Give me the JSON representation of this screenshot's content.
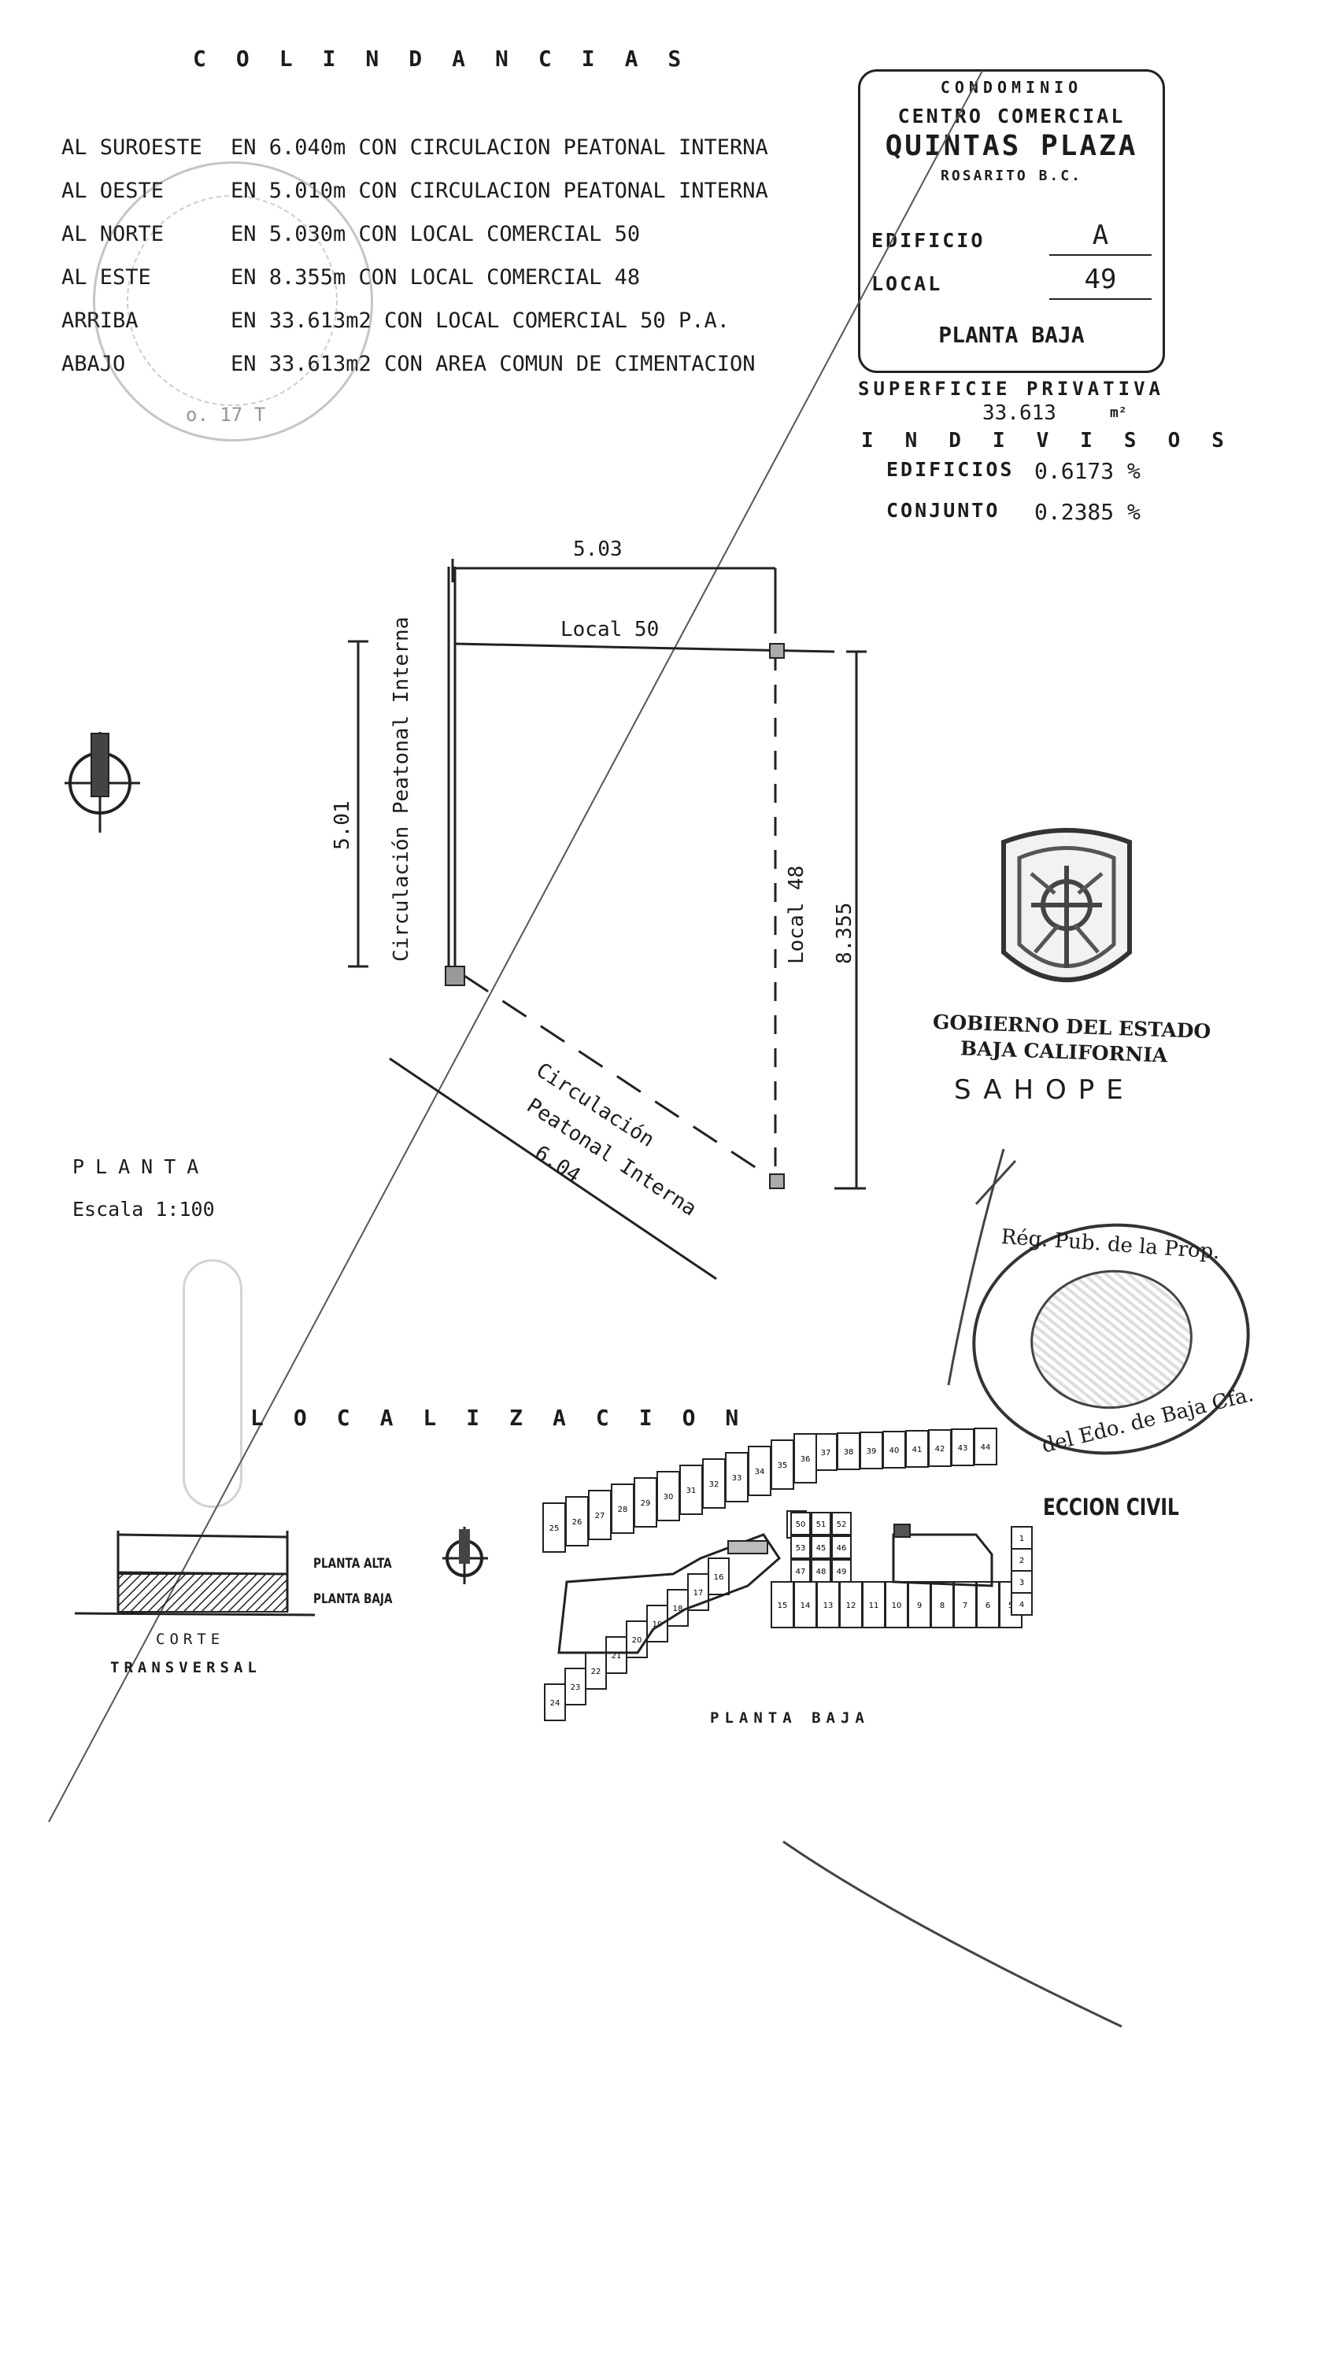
{
  "colindancias": {
    "title": "COLINDANCIAS",
    "rows": [
      {
        "side": "AL SUROESTE",
        "text": "EN  6.040m CON CIRCULACION PEATONAL INTERNA"
      },
      {
        "side": "AL OESTE",
        "text": "EN  5.010m CON CIRCULACION PEATONAL INTERNA"
      },
      {
        "side": "AL NORTE",
        "text": "EN  5.030m CON LOCAL COMERCIAL 50"
      },
      {
        "side": "AL ESTE",
        "text": "EN  8.355m CON LOCAL COMERCIAL 48"
      },
      {
        "side": "ARRIBA",
        "text": "EN 33.613m2 CON LOCAL COMERCIAL 50 P.A."
      },
      {
        "side": "ABAJO",
        "text": "EN 33.613m2 CON AREA COMUN DE CIMENTACION"
      }
    ]
  },
  "info_box": {
    "condominio": "CONDOMINIO",
    "centro": "CENTRO COMERCIAL",
    "name": "QUINTAS PLAZA",
    "city": "ROSARITO B.C.",
    "edificio_label": "EDIFICIO",
    "edificio_value": "A",
    "local_label": "LOCAL",
    "local_value": "49",
    "planta": "PLANTA BAJA"
  },
  "superficie": {
    "label": "SUPERFICIE PRIVATIVA",
    "value": "33.613",
    "unit": "m²"
  },
  "indivisos": {
    "label": "INDIVISOS",
    "edificios_label": "EDIFICIOS",
    "edificios_value": "0.6173 %",
    "conjunto_label": "CONJUNTO",
    "conjunto_value": "0.2385 %"
  },
  "plan": {
    "dim_top": "5.03",
    "local50": "Local 50",
    "dim_left": "5.01",
    "circ_left": "Circulación Peatonal Interna",
    "local48": "Local 48",
    "dim_right": "8.355",
    "circ_diag_1": "Circulación",
    "circ_diag_2": "Peatonal  Interna",
    "dim_diag": "6.04",
    "title": "PLANTA",
    "scale": "Escala  1:100"
  },
  "gobierno": {
    "line1": "GOBIERNO DEL ESTADO",
    "line2": "BAJA CALIFORNIA",
    "line3": "SAHOPE"
  },
  "localizacion": {
    "title": "LOCALIZACION",
    "planta_alta": "PLANTA ALTA",
    "planta_baja": "PLANTA BAJA",
    "corte": "CORTE",
    "transversal": "TRANSVERSAL",
    "site_label": "PLANTA BAJA",
    "seccion": "ECCION CIVIL"
  },
  "stamps": {
    "left_seal_text": "o. 17 T",
    "right_seal_text_1": "Rég. Pub. de la Prop.",
    "right_seal_text_2": "del Edo. de Baja Cfa."
  },
  "lot_numbers": {
    "row_top": [
      "37",
      "38",
      "39",
      "40",
      "41",
      "42",
      "43",
      "44"
    ],
    "row_left_top": [
      "25",
      "26",
      "27",
      "28",
      "29",
      "30",
      "31",
      "32",
      "33",
      "34",
      "35",
      "36"
    ],
    "row_mid": [
      "15",
      "14",
      "13",
      "12",
      "11",
      "10",
      "9",
      "8",
      "7",
      "6",
      "5"
    ],
    "row_bottom": [
      "24",
      "23",
      "22",
      "21",
      "20",
      "19",
      "18",
      "17",
      "16"
    ],
    "right_col": [
      "1",
      "2",
      "3",
      "4"
    ],
    "center": [
      "50",
      "51",
      "52",
      "53",
      "45",
      "46",
      "47",
      "48",
      "49"
    ]
  }
}
